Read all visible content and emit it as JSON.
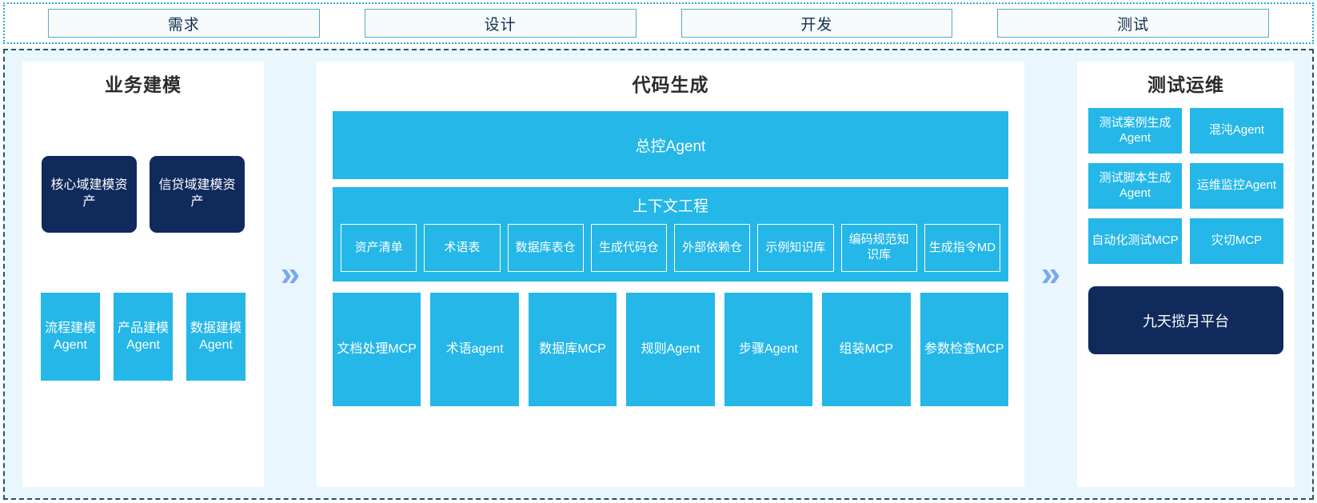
{
  "phases": [
    {
      "label": "需求"
    },
    {
      "label": "设计"
    },
    {
      "label": "开发"
    },
    {
      "label": "测试"
    }
  ],
  "arrows": {
    "glyph_1": "»",
    "glyph_2": "»"
  },
  "colors": {
    "accent_blue": "#24b7e8",
    "navy": "#102a5c",
    "panel_bg": "#eaf6fd",
    "arrow_blue": "#7aa8f0",
    "phase_border": "#5ba9c9",
    "region_border": "#25536f"
  },
  "left_panel": {
    "title": "业务建模",
    "assets": [
      {
        "label": "核心域建模资产"
      },
      {
        "label": "信贷域建模资产"
      }
    ],
    "agents": [
      {
        "label": "流程建模Agent"
      },
      {
        "label": "产品建模Agent"
      },
      {
        "label": "数据建模Agent"
      }
    ]
  },
  "center_panel": {
    "title": "代码生成",
    "master_agent": "总控Agent",
    "context": {
      "title": "上下文工程",
      "items": [
        {
          "label": "资产清单"
        },
        {
          "label": "术语表"
        },
        {
          "label": "数据库表仓"
        },
        {
          "label": "生成代码仓"
        },
        {
          "label": "外部依赖仓"
        },
        {
          "label": "示例知识库"
        },
        {
          "label": "编码规范知识库"
        },
        {
          "label": "生成指令MD"
        }
      ]
    },
    "tools": [
      {
        "label": "文档处理MCP"
      },
      {
        "label": "术语agent"
      },
      {
        "label": "数据库MCP"
      },
      {
        "label": "规则Agent"
      },
      {
        "label": "步骤Agent"
      },
      {
        "label": "组装MCP"
      },
      {
        "label": "参数检查MCP"
      }
    ]
  },
  "right_panel": {
    "title": "测试运维",
    "cards": [
      {
        "label": "测试案例生成Agent"
      },
      {
        "label": "混沌Agent"
      },
      {
        "label": "测试脚本生成Agent"
      },
      {
        "label": "运维监控Agent"
      },
      {
        "label": "自动化测试MCP"
      },
      {
        "label": "灾切MCP"
      }
    ],
    "platform": "九天揽月平台"
  }
}
